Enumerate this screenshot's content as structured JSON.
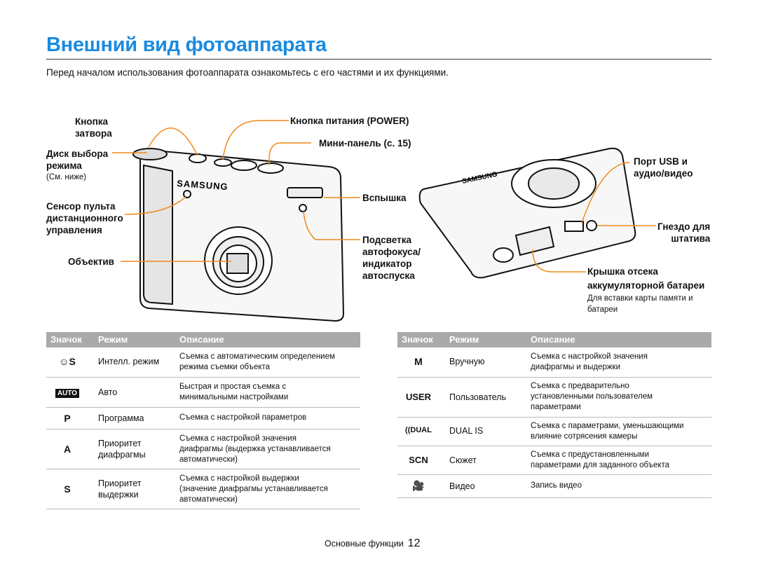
{
  "title": "Внешний вид фотоаппарата",
  "intro": "Перед началом использования фотоаппарата ознакомьтесь с его частями и их функциями.",
  "front_labels": {
    "shutter": "Кнопка\nзатвора",
    "mode_dial": "Диск выбора\nрежима",
    "mode_dial_note": "(См. ниже)",
    "remote": "Сенсор пульта\nдистанционного\nуправления",
    "lens": "Объектив",
    "power": "Кнопка питания (POWER)",
    "mini_panel": "Мини-панель (с. 15)",
    "flash": "Вспышка",
    "af_lamp": "Подсветка\nавтофокуса/\nиндикатор\nавтоспуска"
  },
  "back_labels": {
    "usb": "Порт USB и\nаудио/видео",
    "tripod": "Гнездо для\nштатива",
    "battery": "Крышка отсека\nаккумуляторной батареи",
    "battery_note": "Для вставки карты памяти и\nбатареи"
  },
  "brand": "SAMSUNG",
  "table_headers": {
    "icon": "Значок",
    "mode": "Режим",
    "desc": "Описание"
  },
  "table_left": [
    {
      "icon": "☺S",
      "mode": "Интелл. режим",
      "desc": "Съемка с автоматическим определением\nрежима съемки объекта"
    },
    {
      "icon": "AUTO",
      "mode": "Авто",
      "desc": "Быстрая и простая съемка с\nминимальными настройками"
    },
    {
      "icon": "P",
      "mode": "Программа",
      "desc": "Съемка с настройкой параметров"
    },
    {
      "icon": "A",
      "mode": "Приоритет\nдиафрагмы",
      "desc": "Съемка с настройкой значения\nдиафрагмы (выдержка устанавливается\nавтоматически)"
    },
    {
      "icon": "S",
      "mode": "Приоритет\nвыдержки",
      "desc": "Съемка с настройкой выдержки\n(значение диафрагмы устанавливается\nавтоматически)"
    }
  ],
  "table_right": [
    {
      "icon": "M",
      "mode": "Вручную",
      "desc": "Съемка с настройкой значения\nдиафрагмы и выдержки"
    },
    {
      "icon": "USER",
      "mode": "Пользователь",
      "desc": "Съемка с предварительно\nустановленными пользователем\nпараметрами"
    },
    {
      "icon": "((DUAL",
      "mode": "DUAL IS",
      "desc": "Съемка с параметрами, уменьшающими\nвлияние сотрясения камеры"
    },
    {
      "icon": "SCN",
      "mode": "Сюжет",
      "desc": "Съемка с предустановленными\nпараметрами для заданного объекта"
    },
    {
      "icon": "🎥",
      "mode": "Видео",
      "desc": "Запись видео"
    }
  ],
  "footer": {
    "section": "Основные функции",
    "page": "12"
  },
  "colors": {
    "accent": "#1a8be0",
    "callout": "#f08a1c",
    "header_bg": "#aaaaaa"
  }
}
